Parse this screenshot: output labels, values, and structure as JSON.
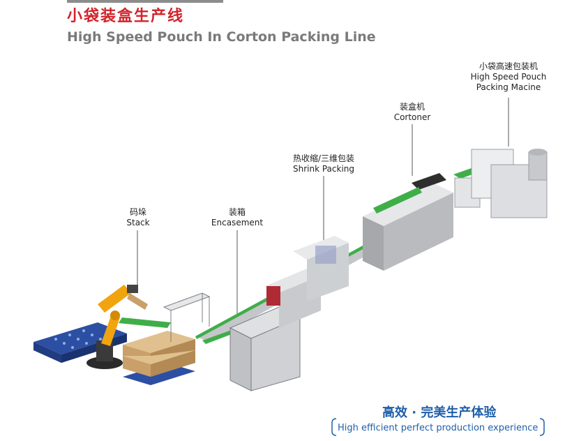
{
  "header": {
    "title_cn": "小袋装盒生产线",
    "title_en": "High Speed Pouch In Corton Packing Line"
  },
  "stations": {
    "pouch": {
      "cn": "小袋高速包装机",
      "en1": "High Speed Pouch",
      "en2": "Packing Macine"
    },
    "cartoner": {
      "cn": "装盒机",
      "en": "Cortoner"
    },
    "shrink": {
      "cn": "热收缩/三维包装",
      "en": "Shrink Packing"
    },
    "encase": {
      "cn": "装箱",
      "en": "Encasement"
    },
    "stack": {
      "cn": "码垛",
      "en": "Stack"
    }
  },
  "slogan": {
    "cn": "高效 · 完美生产体验",
    "en": "High efficient perfect production experience"
  },
  "colors": {
    "title_red": "#d2232a",
    "accent_blue": "#1f5fa8",
    "robot_yellow": "#f2a40f",
    "pallet_blue": "#2d4fa3",
    "machine_gray": "#9a9ca0",
    "conveyor_green": "#3fae49",
    "box_tan": "#c9a06a"
  }
}
